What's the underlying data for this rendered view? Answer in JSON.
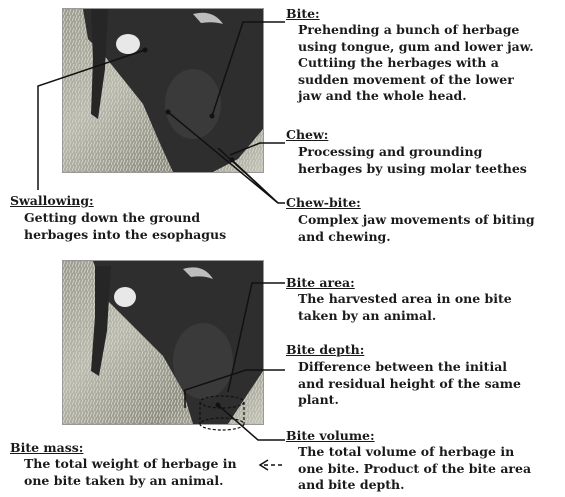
{
  "top_section": {
    "bite": {
      "label": "Bite:",
      "lines": [
        "Prehending a bunch of herbage",
        "using tongue, gum and lower jaw.",
        "Cuttiing the herbages with a",
        "sudden movement of the lower",
        "jaw and the whole head."
      ]
    },
    "chew": {
      "label": "Chew:",
      "lines": [
        "Processing and grounding",
        "herbages by using molar teethes"
      ]
    },
    "chew_bite": {
      "label": "Chew-bite:",
      "lines": [
        "Complex jaw movements of biting",
        "and chewing."
      ]
    },
    "swallowing": {
      "label": "Swallowing:",
      "lines": [
        "Getting down the ground",
        "herbages into the esophagus"
      ]
    }
  },
  "bottom_section": {
    "bite_area": {
      "label": "Bite area:",
      "lines": [
        "The harvested area in one bite",
        "taken by an animal."
      ]
    },
    "bite_depth": {
      "label": "Bite depth:",
      "lines": [
        "Difference between the initial",
        "and residual height of the same",
        "plant."
      ]
    },
    "bite_volume": {
      "label": "Bite volume:",
      "lines": [
        "The total volume of herbage in",
        "one bite. Product of the bite area",
        "and bite depth."
      ]
    },
    "bite_mass": {
      "label": "Bite mass:",
      "lines": [
        "The total weight of herbage in",
        "one bite taken by an animal."
      ]
    }
  },
  "colors": {
    "text": "#1a1a1a",
    "lines": "#111111",
    "grass": "#b4b4a8",
    "animal": "#2e2e2e"
  }
}
